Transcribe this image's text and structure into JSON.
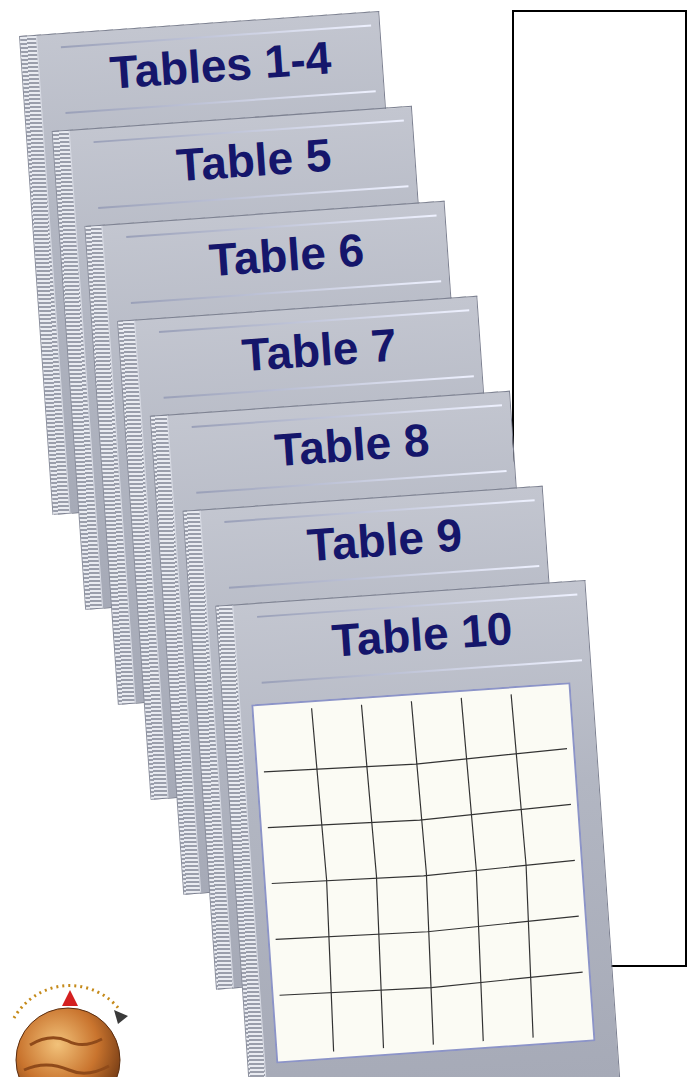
{
  "diagram": {
    "nodes": [
      {
        "text": [
          "Tables 1-4"
        ]
      },
      {
        "text": [
          "Table 5"
        ]
      },
      {
        "text": [
          "Table 6"
        ]
      },
      {
        "text": [
          "Table 7"
        ]
      },
      {
        "text": [
          "Table 8"
        ]
      },
      {
        "text": [
          "Table 9"
        ]
      },
      {
        "text": [
          "Table 10"
        ]
      }
    ]
  }
}
